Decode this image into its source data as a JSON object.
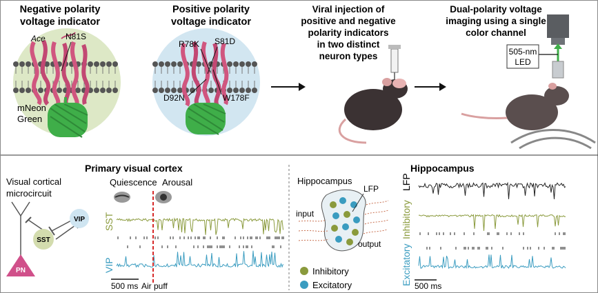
{
  "panels": {
    "neg": {
      "title_line1": "Negative polarity",
      "title_line2": "voltage indicator",
      "ace": "Ace",
      "mutation": "N81S",
      "fp_line1": "mNeon",
      "fp_line2": "Green"
    },
    "pos": {
      "title_line1": "Positive polarity",
      "title_line2": "voltage indicator",
      "m1": "R78K",
      "m2": "S81D",
      "m3": "D92N",
      "m4": "W178F"
    },
    "viral": {
      "line1": "Viral injection of",
      "line2": "positive and negative",
      "line3": "polarity indicators",
      "line4": "in two distinct",
      "line5": "neuron types"
    },
    "dual": {
      "line1": "Dual-polarity voltage",
      "line2": "imaging using a single",
      "line3": "color channel",
      "led1": "505-nm",
      "led2": "LED"
    }
  },
  "visual": {
    "section_title": "Primary visual cortex",
    "circuit_label1": "Visual cortical",
    "circuit_label2": "microcircuit",
    "nodes": {
      "pn": "PN",
      "sst": "SST",
      "vip": "VIP"
    },
    "states": {
      "quiescence": "Quiescence",
      "arousal": "Arousal"
    },
    "trace_labels": {
      "sst": "SST",
      "vip": "VIP"
    },
    "scalebar": "500 ms",
    "event": "Air puff"
  },
  "hippo": {
    "section_title": "Hippocampus",
    "diagram_title": "Hippocampus",
    "lfp": "LFP",
    "input": "input",
    "output": "output",
    "legend": {
      "inhibitory": "Inhibitory",
      "excitatory": "Excitatory"
    },
    "trace_labels": {
      "lfp": "LFP",
      "inhibitory": "Inhibitory",
      "excitatory": "Excitatory"
    },
    "scalebar": "500 ms"
  },
  "colors": {
    "olive": "#8a9a3c",
    "teal": "#3a9cc0",
    "pink": "#d0567f",
    "green_fp": "#3fae49",
    "neg_bg": "#dde8c6",
    "pos_bg": "#d2e6f1",
    "red": "#d62828",
    "node_olive": "#d3dcae",
    "node_blue": "#cfe5f1",
    "pn": "#d0508a"
  },
  "icons": [
    "eye-icon",
    "mouse-icon",
    "syringe-icon",
    "microscope-icon",
    "arrow-right-icon"
  ]
}
